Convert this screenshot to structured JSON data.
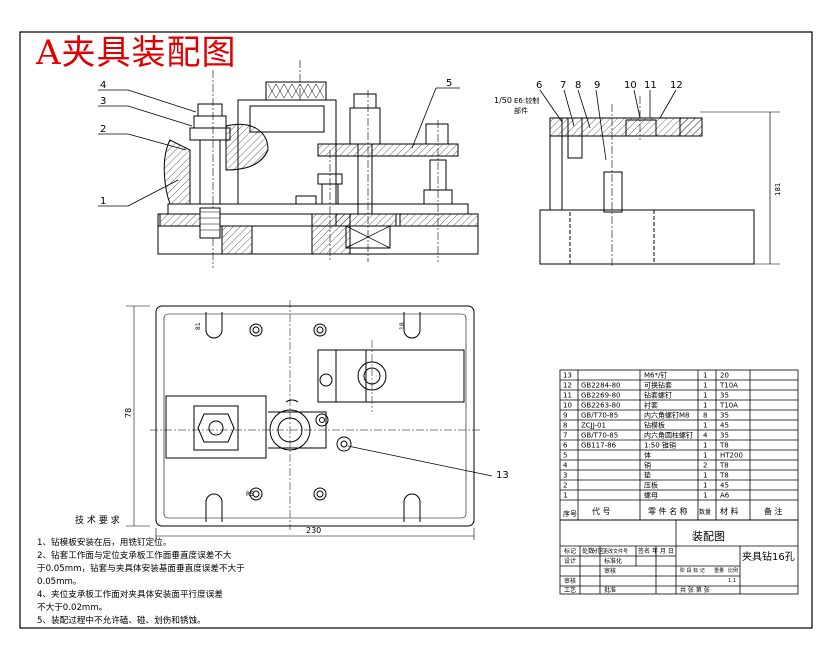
{
  "title": "A夹具装配图",
  "top_view": {
    "callouts": [
      "4",
      "3",
      "2",
      "1",
      "5"
    ],
    "side_callouts": [
      "6",
      "7",
      "8",
      "9",
      "10",
      "11",
      "12"
    ],
    "scale_note": "1/50",
    "scale_sub": "E6:铰制",
    "part_note": "部件",
    "dim_height": "181"
  },
  "plan_view": {
    "dim_width": "230",
    "dim_height": "78",
    "callout": "13",
    "dim_left": "81",
    "dim_r": "R5",
    "dim_small": "18"
  },
  "notes": {
    "heading": "技 术 要 求",
    "lines": [
      "1、钻模板安装在后，用铣钉定位。",
      "2、钻套工作面与定位支承板工作面垂直度误差不大",
      "于0.05mm，钻套与夹具体安装基面垂直度误差不大于",
      "0.05mm。",
      "4、夹位支承板工作面对夹具体安装面平行度误差",
      "不大于0.02mm。",
      "5、装配过程中不允许磕、碰、划伤和锈蚀。"
    ]
  },
  "bom": {
    "rows": [
      {
        "no": "13",
        "code": "",
        "name": "M6*/钉",
        "qty": "1",
        "mat": "20",
        "note": ""
      },
      {
        "no": "12",
        "code": "GB2284-80",
        "name": "可换钻套",
        "qty": "1",
        "mat": "T10A",
        "note": ""
      },
      {
        "no": "11",
        "code": "GB2269-80",
        "name": "钻套螺钉",
        "qty": "1",
        "mat": "35",
        "note": ""
      },
      {
        "no": "10",
        "code": "GB2263-80",
        "name": "衬套",
        "qty": "1",
        "mat": "T10A",
        "note": ""
      },
      {
        "no": "9",
        "code": "GB/T70-85",
        "name": "内六角螺钉M8",
        "qty": "8",
        "mat": "35",
        "note": ""
      },
      {
        "no": "8",
        "code": "ZCJJ-01",
        "name": "钻模板",
        "qty": "1",
        "mat": "45",
        "note": ""
      },
      {
        "no": "7",
        "code": "GB/T70-85",
        "name": "内六角圆柱螺钉",
        "qty": "4",
        "mat": "35",
        "note": ""
      },
      {
        "no": "6",
        "code": "GB117-86",
        "name": "1:50  锥销",
        "qty": "1",
        "mat": "T8",
        "note": ""
      },
      {
        "no": "5",
        "code": "",
        "name": "体",
        "qty": "1",
        "mat": "HT200",
        "note": ""
      },
      {
        "no": "4",
        "code": "",
        "name": "销",
        "qty": "2",
        "mat": "T8",
        "note": ""
      },
      {
        "no": "3",
        "code": "",
        "name": "垫",
        "qty": "1",
        "mat": "T8",
        "note": ""
      },
      {
        "no": "2",
        "code": "",
        "name": "压板",
        "qty": "1",
        "mat": "45",
        "note": ""
      },
      {
        "no": "1",
        "code": "",
        "name": "螺母",
        "qty": "1",
        "mat": "A6",
        "note": ""
      }
    ],
    "header": {
      "no": "序号",
      "code": "代 号",
      "name": "零 件 名 称",
      "qty": "数量",
      "mat": "材 料",
      "note": "备 注"
    }
  },
  "title_block": {
    "drawing_name": "装配图",
    "part_name": "夹具钻16孔",
    "labels": {
      "mark": "标记",
      "count": "处数",
      "zone": "分区",
      "change_doc": "更改文件号",
      "sign": "签名",
      "date": "年 月 日",
      "design": "设计",
      "standardize": "标准化",
      "stage_mark": "阶 段 标 记",
      "weight": "重量",
      "scale": "比例",
      "scale_value": "1:1",
      "review": "审核",
      "process": "工艺",
      "approve": "批准",
      "sheet_total": "共 张 第 张",
      "check": "审核"
    }
  }
}
